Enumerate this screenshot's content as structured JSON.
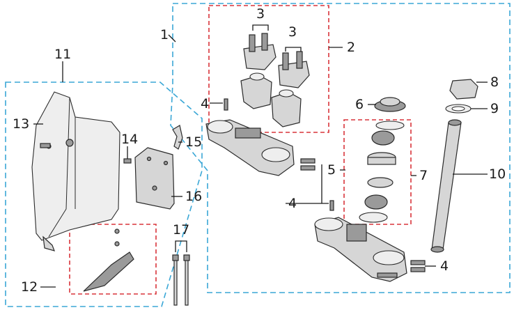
{
  "callouts": {
    "c1": "1",
    "c2": "2",
    "c3a": "3",
    "c3b": "3",
    "c4a": "4",
    "c4b": "4",
    "c4c": "4",
    "c5": "5",
    "c6": "6",
    "c7": "7",
    "c8": "8",
    "c9": "9",
    "c10": "10",
    "c11": "11",
    "c12": "12",
    "c13": "13",
    "c14": "14",
    "c15": "15",
    "c16": "16",
    "c17": "17"
  },
  "colors": {
    "group_outline": "#3aa7d6",
    "subgroup_outline": "#d9343a",
    "part_fill": "#d6d6d6",
    "line": "#1a1a1a"
  }
}
